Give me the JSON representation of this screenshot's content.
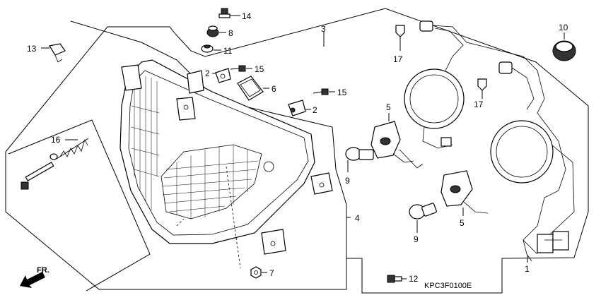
{
  "labels": {
    "p1": "1",
    "p2a": "2",
    "p2b": "2",
    "p3": "3",
    "p4": "4",
    "p5a": "5",
    "p5b": "5",
    "p6": "6",
    "p7": "7",
    "p8": "8",
    "p9a": "9",
    "p9b": "9",
    "p10": "10",
    "p11": "11",
    "p12": "12",
    "p13": "13",
    "p14": "14",
    "p15a": "15",
    "p15b": "15",
    "p16": "16",
    "p17a": "17",
    "p17b": "17"
  },
  "direction": "FR.",
  "diagram_code": "KPC3F0100E"
}
